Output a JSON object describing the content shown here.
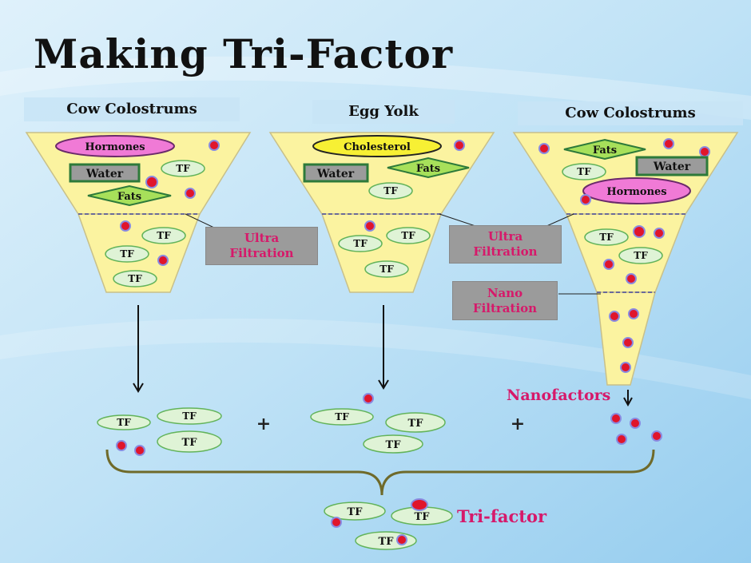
{
  "title": "Making Tri-Factor",
  "columns": {
    "left": "Cow Colostrums",
    "middle": "Egg Yolk",
    "right": "Cow Colostrums"
  },
  "labels": {
    "hormones": "Hormones",
    "water": "Water",
    "fats": "Fats",
    "cholesterol": "Cholesterol",
    "tf": "TF"
  },
  "filters": {
    "ultra_1": "Ultra",
    "ultra_2": "Filtration",
    "nano_1": "Nano",
    "nano_2": "Filtration"
  },
  "nanofactors": "Nanofactors",
  "plus": "+",
  "result": "Tri-factor",
  "colors": {
    "funnel": "#fbf3a0",
    "funnel_stroke": "#c8c08a",
    "oval_fill": "#dff3d6",
    "oval_stroke": "#62b35a",
    "dot_fill": "#e0152b",
    "dot_stroke": "#8a8ae0",
    "pink": "#d6196a",
    "hormone_fill": "#f07ad6",
    "cholesterol_fill": "#f7f034",
    "fats_fill": "#a7e05a",
    "brace": "#6f6a2a"
  }
}
